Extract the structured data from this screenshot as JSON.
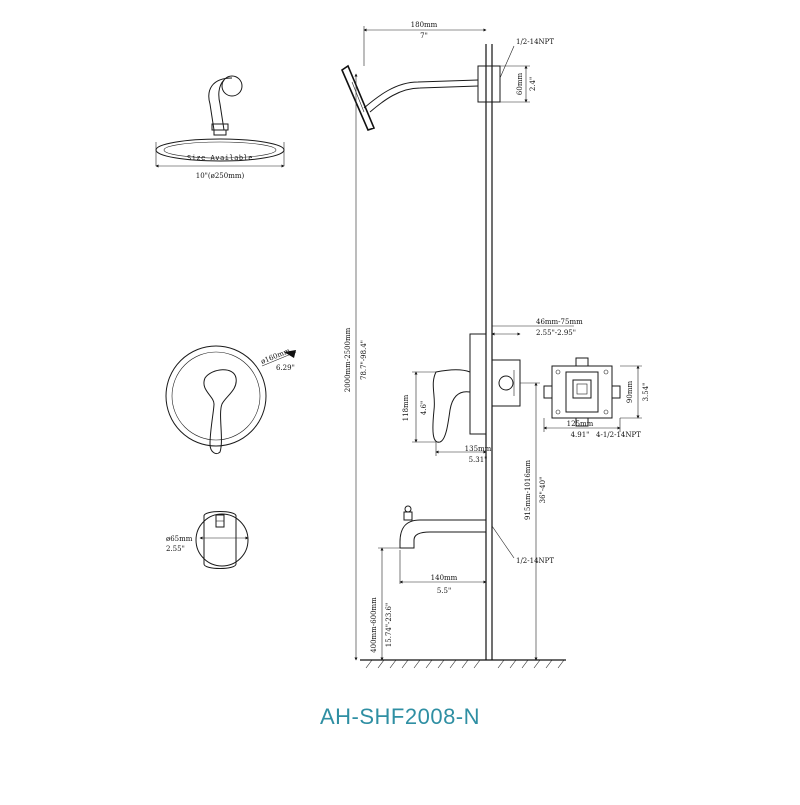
{
  "colors": {
    "title": "#2f8fa3",
    "lines": "#1a1a1a"
  },
  "title": "AH-SHF2008-N",
  "shower_head_top": {
    "size_note": "Size Available",
    "diameter": "10\"(ø250mm)"
  },
  "arm": {
    "length_mm": "180mm",
    "length_in": "7\"",
    "thread": "1/2-14NPT",
    "drop_mm": "60mm",
    "drop_in": "2.4\""
  },
  "wall_height": {
    "mm": "2000mm-2500mm",
    "in": "78.7\"-98.4\""
  },
  "escutcheon": {
    "diameter_mm": "ø160mm",
    "diameter_in": "6.29\""
  },
  "valve": {
    "wall_depth_mm": "46mm-75mm",
    "wall_depth_in": "2.55\"-2.95\"",
    "handle_height_mm": "118mm",
    "handle_height_in": "4.6\"",
    "projection_mm": "135mm",
    "projection_in": "5.31\"",
    "spout_height_mm": "915mm-1016mm",
    "spout_height_in": "36\"-40\""
  },
  "valve_body": {
    "height_mm": "90mm",
    "height_in": "3.54\"",
    "width_mm": "125mm",
    "width_in": "4.91\"",
    "thread": "4-1/2-14NPT"
  },
  "spout": {
    "thread": "1/2-14NPT",
    "length_mm": "140mm",
    "length_in": "5.5\"",
    "height_mm": "400mm-600mm",
    "height_in": "15.74\"-23.6\""
  },
  "tub_spout_detail": {
    "diameter_mm": "ø65mm",
    "diameter_in": "2.55\""
  }
}
